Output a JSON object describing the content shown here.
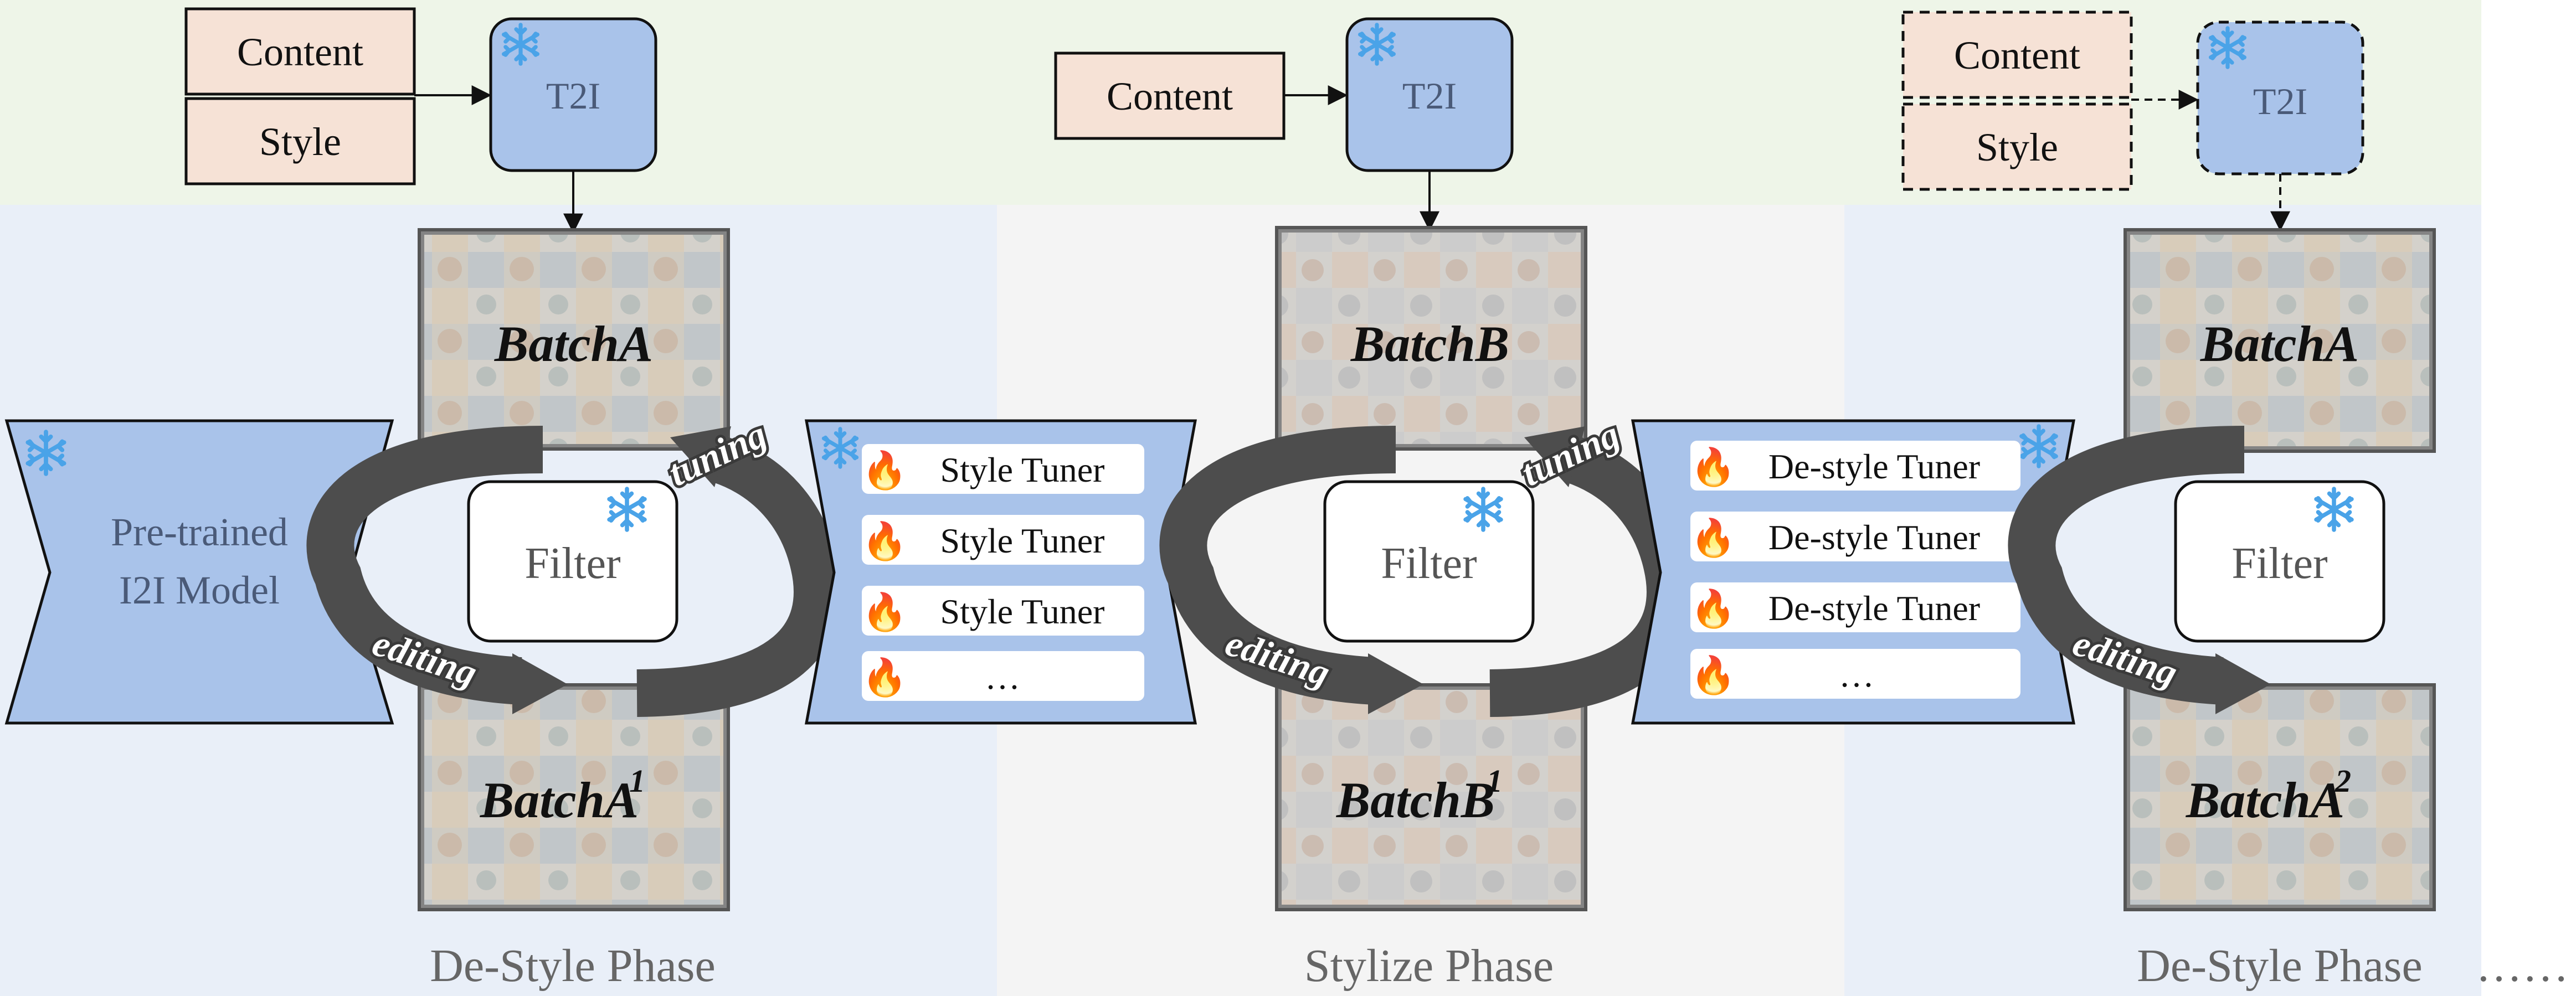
{
  "colors": {
    "top_band": "#eef5e8",
    "phase_blue": "#e9eff8",
    "phase_gray": "#f4f4f4",
    "content_box": "#f6e2d6",
    "t2i_box": "#a9c3ea",
    "arrow": "#4d4d4d"
  },
  "icons": {
    "frozen": "snowflake-icon",
    "trainable": "fire-icon"
  },
  "stages": [
    {
      "prompt_boxes": [
        "Content",
        "Style"
      ],
      "model": "T2I",
      "batch_top": "BatchA",
      "batch_bottom": "BatchA",
      "batch_bottom_sup": "1",
      "filter": "Filter",
      "arc_top": "tuning",
      "arc_bottom": "editing",
      "phase": "De-Style Phase"
    },
    {
      "prompt_boxes": [
        "Content"
      ],
      "model": "T2I",
      "batch_top": "BatchB",
      "batch_bottom": "BatchB",
      "batch_bottom_sup": "1",
      "filter": "Filter",
      "arc_top": "tuning",
      "arc_bottom": "editing",
      "phase": "Stylize Phase"
    },
    {
      "prompt_boxes": [
        "Content",
        "Style"
      ],
      "model": "T2I",
      "batch_top": "BatchA",
      "batch_bottom": "BatchA",
      "batch_bottom_sup": "2",
      "filter": "Filter",
      "arc_bottom": "editing",
      "phase": "De-Style Phase"
    }
  ],
  "pretrained": {
    "line1": "Pre-trained",
    "line2": "I2I Model"
  },
  "style_tuners": [
    "Style Tuner",
    "Style Tuner",
    "Style Tuner",
    "…"
  ],
  "destyle_tuners": [
    "De-style Tuner",
    "De-style Tuner",
    "De-style Tuner",
    "…"
  ],
  "trailing_dots": "……"
}
